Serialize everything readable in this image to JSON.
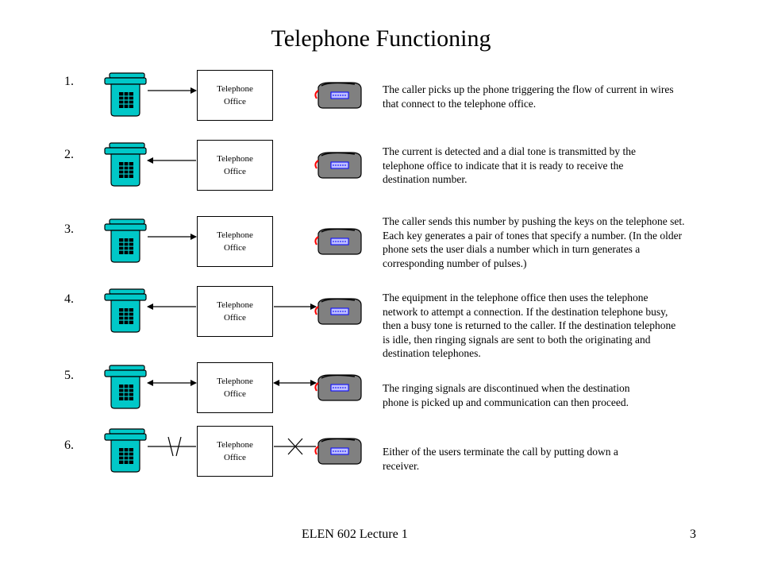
{
  "slide": {
    "title": "Telephone Functioning",
    "footer_left": "ELEN 602 Lecture 1",
    "page_number": "3"
  },
  "colors": {
    "phone_body": "#00c8c8",
    "keypad": "#000000",
    "receiver_grey": "#808080",
    "receiver_cord": "#ff0000",
    "screen_blue": "#0000ff"
  },
  "steps": [
    {
      "number": "1.",
      "office_label": [
        "Telephone",
        "Office"
      ],
      "left_arrow": "to-office",
      "right_arrow": "none",
      "description": [
        "The caller picks up the phone triggering the flow of current in wires",
        "that connect to the telephone office."
      ]
    },
    {
      "number": "2.",
      "office_label": [
        "Telephone",
        "Office"
      ],
      "left_arrow": "to-caller",
      "right_arrow": "none",
      "description": [
        "The current is detected and a dial tone is transmitted by the",
        "telephone office to indicate that it is ready to receive the",
        "destination number."
      ]
    },
    {
      "number": "3.",
      "office_label": [
        "Telephone",
        "Office"
      ],
      "left_arrow": "to-office",
      "right_arrow": "none",
      "description": [
        "The caller sends this number by pushing the keys on the telephone set.",
        "Each key generates a pair of tones that specify a number.  (In the older",
        "phone sets the user dials a number which in turn generates a",
        "corresponding number of pulses.)"
      ]
    },
    {
      "number": "4.",
      "office_label": [
        "Telephone",
        "Office"
      ],
      "left_arrow": "to-caller",
      "right_arrow": "to-destination",
      "description": [
        "The equipment in the telephone office then uses the telephone",
        "network to attempt a connection.  If the destination telephone busy,",
        "then a busy tone is returned to the caller.  If the destination telephone",
        "is idle, then ringing signals are sent to both the originating and",
        "destination telephones."
      ]
    },
    {
      "number": "5.",
      "office_label": [
        "Telephone",
        "Office"
      ],
      "left_arrow": "both",
      "right_arrow": "both",
      "description": [
        "The ringing signals are discontinued when the destination",
        "phone is picked up and communication can then proceed."
      ]
    },
    {
      "number": "6.",
      "office_label": [
        "Telephone",
        "Office"
      ],
      "left_arrow": "cut",
      "right_arrow": "cut",
      "description": [
        "Either of the users terminate the call by putting down a",
        "receiver."
      ]
    }
  ]
}
